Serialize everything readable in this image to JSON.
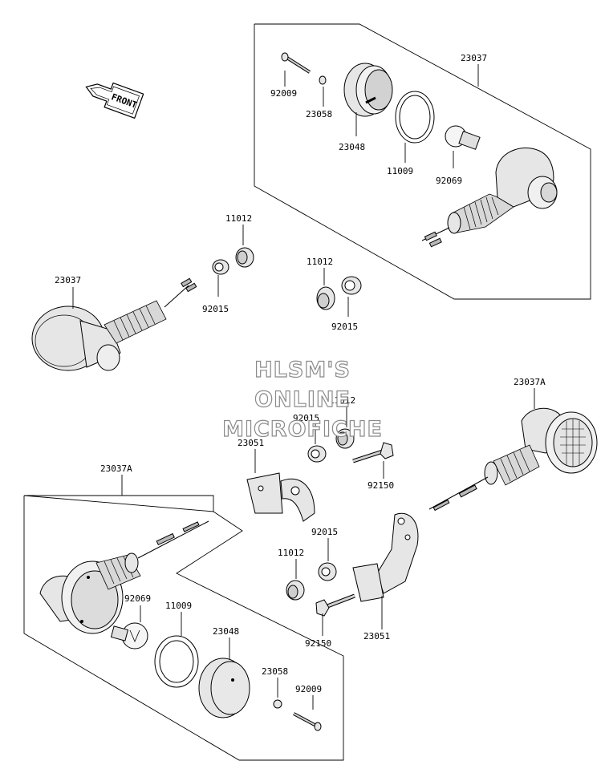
{
  "labels": {
    "top_23037": "23037",
    "top_92009": "92009",
    "top_23058": "23058",
    "top_23048": "23048",
    "top_11009": "11009",
    "top_92069": "92069",
    "mid_11012_a": "11012",
    "mid_23037": "23037",
    "mid_92015_a": "92015",
    "mid_11012_b": "11012",
    "mid_92015_b": "92015",
    "r_23037A": "23037A",
    "c_11012": "11012",
    "c_92015": "92015",
    "c_23051": "23051",
    "c_92150": "92150",
    "bl_23037A": "23037A",
    "b_92015": "92015",
    "b_11012": "11012",
    "b_92069": "92069",
    "b_11009": "11009",
    "b_23048": "23048",
    "b_92150": "92150",
    "b_23051": "23051",
    "b_23058": "23058",
    "b_92009": "92009"
  },
  "front_arrow": "FRONT",
  "watermark": {
    "line1": "HLSM'S",
    "line2": "ONLINE",
    "line3": "MICROFICHE"
  }
}
